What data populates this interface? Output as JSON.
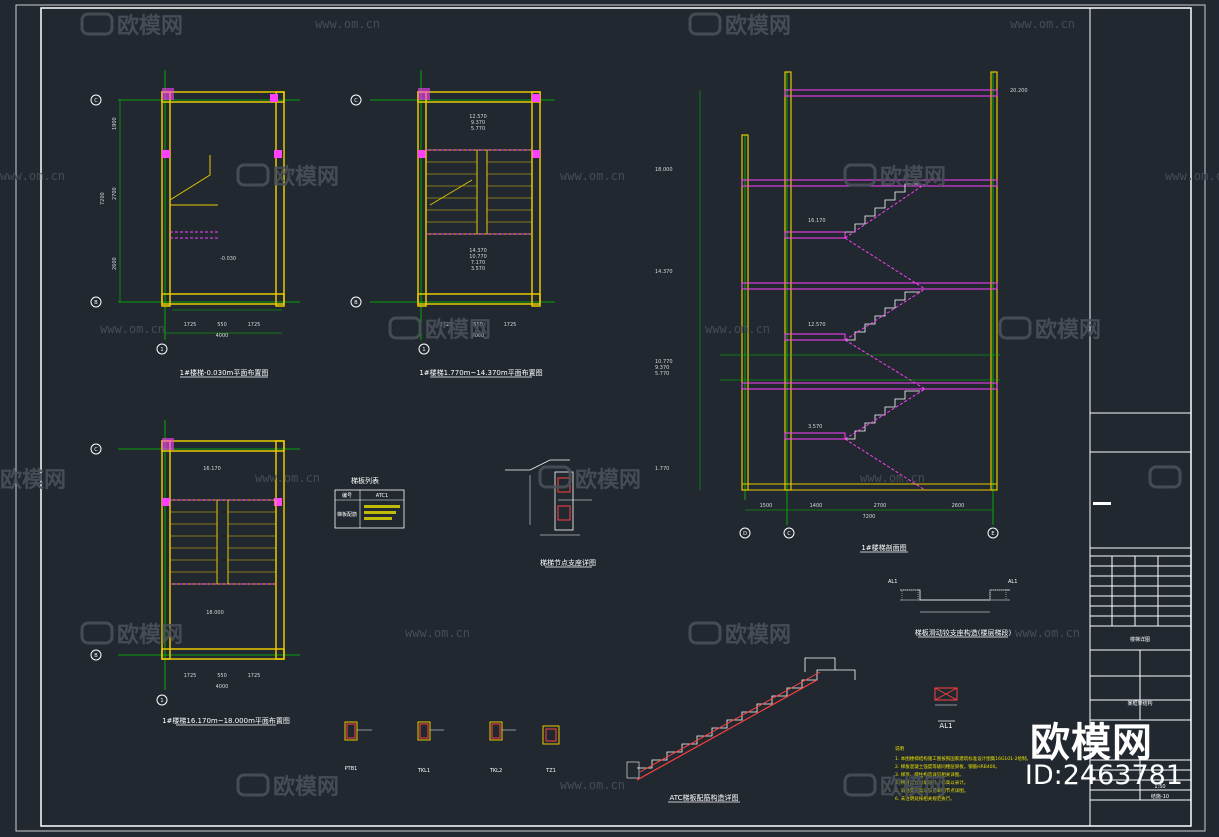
{
  "watermark": {
    "brand": "欧模网",
    "url": "www.om.cn"
  },
  "overlay": {
    "brand": "欧模网",
    "id": "ID:2463781"
  },
  "axis_labels": {
    "c": "C",
    "b": "B",
    "one": "1",
    "d": "D",
    "e": "E"
  },
  "plans": {
    "plan1": {
      "title": "1#楼梯-0.030m平面布置图",
      "dims_bottom": [
        "1725",
        "550",
        "1725"
      ],
      "total_width": "4000",
      "dims_left": [
        "1900",
        "2700",
        "2600"
      ],
      "total_height": "7200",
      "elev": "-0.030"
    },
    "plan2": {
      "title": "1#楼梯1.770m~14.370m平面布置图",
      "dims_bottom": [
        "1725",
        "550",
        "1725"
      ],
      "total_width": "4000",
      "elev_top": [
        "12.570",
        "9.370",
        "5.770"
      ],
      "elev_bottom": [
        "14.370",
        "10.770",
        "7.170",
        "3.570"
      ]
    },
    "plan3": {
      "title": "1#楼梯16.170m~18.000m平面布置图",
      "dims_bottom": [
        "1725",
        "550",
        "1725"
      ],
      "total_width": "4000",
      "elev_top": "16.170",
      "elev_bottom": "18.000"
    }
  },
  "table": {
    "title": "梯板列表",
    "header": [
      "编号",
      "ATC1"
    ],
    "row_label": "梯板配筋"
  },
  "section": {
    "title": "1#楼梯剖面图",
    "dims_bottom": [
      "1500",
      "1400",
      "2700",
      "2600"
    ],
    "total": "7200",
    "elevations": [
      "18.000",
      "16.170",
      "14.370",
      "12.570",
      "10.770",
      "9.370",
      "5.770",
      "3.570",
      "1.770"
    ],
    "top_elev": "20.200"
  },
  "details": {
    "support": "梯梯节点支座详图",
    "al1": "AL1",
    "anchor": "梯板滑动铰支座构造(楼层梯段)",
    "atc": "ATC梯板配筋构造详图",
    "beams": [
      "PTB1",
      "TKL1",
      "TKL2",
      "TZ1"
    ]
  },
  "notes": {
    "heading": "说明",
    "lines": [
      "1. 本图楼梯结构施工图按照国家建筑标准设计图集16G101-2绘制。",
      "2. 梯板混凝土强度等级同楼层梁板，钢筋HRB400。",
      "3. 梯梁、梯柱构造详见相关详图。",
      "4. 所有尺寸以毫米计，标高以米计。",
      "5. 滑动支座做法详见本图节点详图。",
      "6. 未注明处按相关规范执行。"
    ]
  },
  "title_block": {
    "project": "某框架结构",
    "drawing": "楼梯详图",
    "scale": "1:50",
    "number": "结施-10"
  },
  "colors": {
    "background": "#212830",
    "wall": "#e8c800",
    "column": "#ff40ff",
    "axis": "#00c800",
    "text": "#ffffff"
  }
}
